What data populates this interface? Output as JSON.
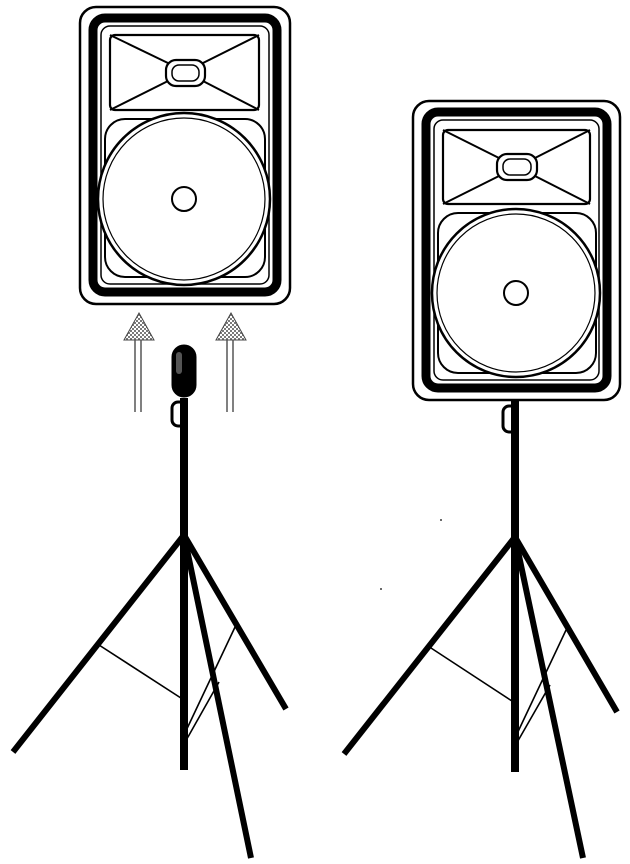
{
  "illustration": {
    "scenes": [
      {
        "name": "speaker-being-mounted-on-stand",
        "arrows": 2
      },
      {
        "name": "speaker-mounted-on-stand",
        "arrows": 0
      }
    ],
    "colors": {
      "outline": "#000000",
      "arrow_fill": "#8a8a8a",
      "background": "#ffffff"
    }
  }
}
